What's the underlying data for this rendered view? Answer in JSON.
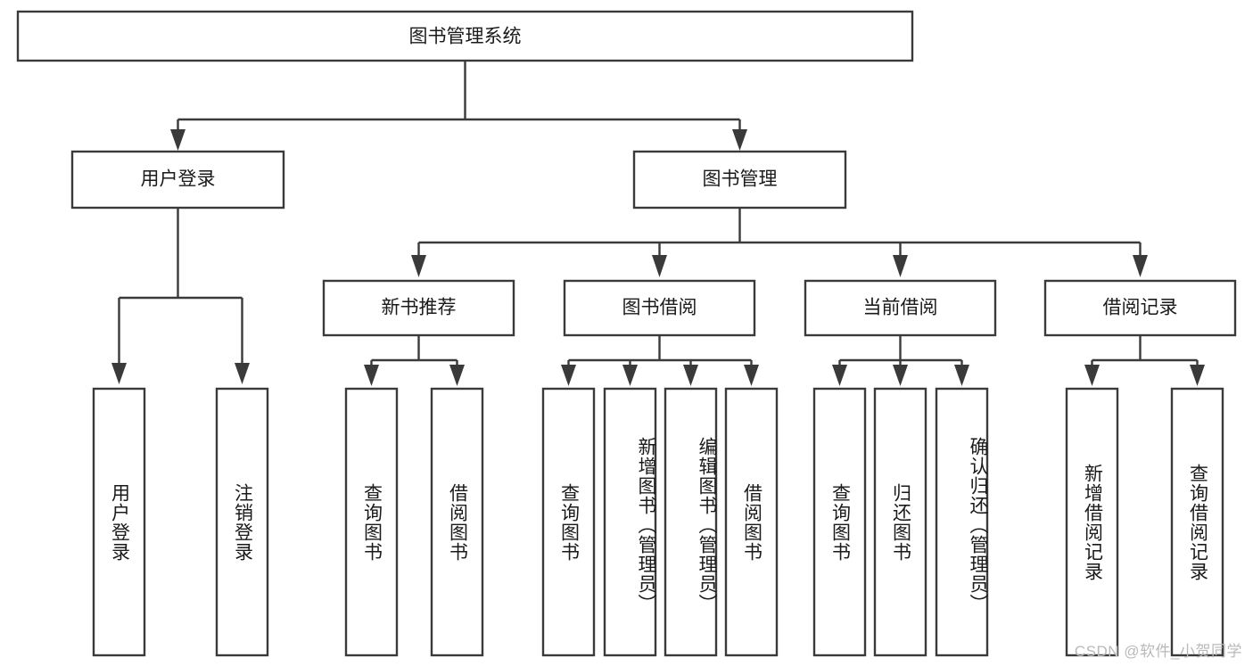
{
  "diagram": {
    "type": "tree-hierarchy-chart",
    "title": "图书管理系统",
    "watermark": "CSDN @软件_小贺同学",
    "colors": {
      "background": "#ffffff",
      "box_fill": "#ffffff",
      "box_stroke": "#3a3a3a",
      "connector": "#3a3a3a",
      "text": "#1a1a1a",
      "watermark": "#b9b9b9"
    },
    "root": {
      "id": "root",
      "label": "图书管理系统",
      "orientation": "horizontal"
    },
    "level1": [
      {
        "id": "user-login",
        "label": "用户登录",
        "orientation": "horizontal"
      },
      {
        "id": "book-management",
        "label": "图书管理",
        "orientation": "horizontal"
      }
    ],
    "level2": [
      {
        "id": "new-book-recommend",
        "label": "新书推荐",
        "parent": "book-management",
        "orientation": "horizontal"
      },
      {
        "id": "book-borrow",
        "label": "图书借阅",
        "parent": "book-management",
        "orientation": "horizontal"
      },
      {
        "id": "current-borrow",
        "label": "当前借阅",
        "parent": "book-management",
        "orientation": "horizontal"
      },
      {
        "id": "borrow-record",
        "label": "借阅记录",
        "parent": "book-management",
        "orientation": "horizontal"
      }
    ],
    "leaves": [
      {
        "id": "leaf-user-login",
        "label": "用户登录",
        "parent": "user-login",
        "orientation": "vertical"
      },
      {
        "id": "leaf-user-logout",
        "label": "注销登录",
        "parent": "user-login",
        "orientation": "vertical"
      },
      {
        "id": "leaf-query-book-1",
        "label": "查询图书",
        "parent": "new-book-recommend",
        "orientation": "vertical"
      },
      {
        "id": "leaf-borrow-book-1",
        "label": "借阅图书",
        "parent": "new-book-recommend",
        "orientation": "vertical"
      },
      {
        "id": "leaf-query-book-2",
        "label": "查询图书",
        "parent": "book-borrow",
        "orientation": "vertical"
      },
      {
        "id": "leaf-add-book",
        "label": "新增图书（管理员）",
        "parent": "book-borrow",
        "orientation": "vertical"
      },
      {
        "id": "leaf-edit-book",
        "label": "编辑图书（管理员）",
        "parent": "book-borrow",
        "orientation": "vertical"
      },
      {
        "id": "leaf-borrow-book-2",
        "label": "借阅图书",
        "parent": "book-borrow",
        "orientation": "vertical"
      },
      {
        "id": "leaf-query-book-3",
        "label": "查询图书",
        "parent": "current-borrow",
        "orientation": "vertical"
      },
      {
        "id": "leaf-return-book",
        "label": "归还图书",
        "parent": "current-borrow",
        "orientation": "vertical"
      },
      {
        "id": "leaf-confirm-return",
        "label": "确认归还（管理员）",
        "parent": "current-borrow",
        "orientation": "vertical"
      },
      {
        "id": "leaf-add-record",
        "label": "新增借阅记录",
        "parent": "borrow-record",
        "orientation": "vertical"
      },
      {
        "id": "leaf-query-record",
        "label": "查询借阅记录",
        "parent": "borrow-record",
        "orientation": "vertical"
      }
    ]
  }
}
